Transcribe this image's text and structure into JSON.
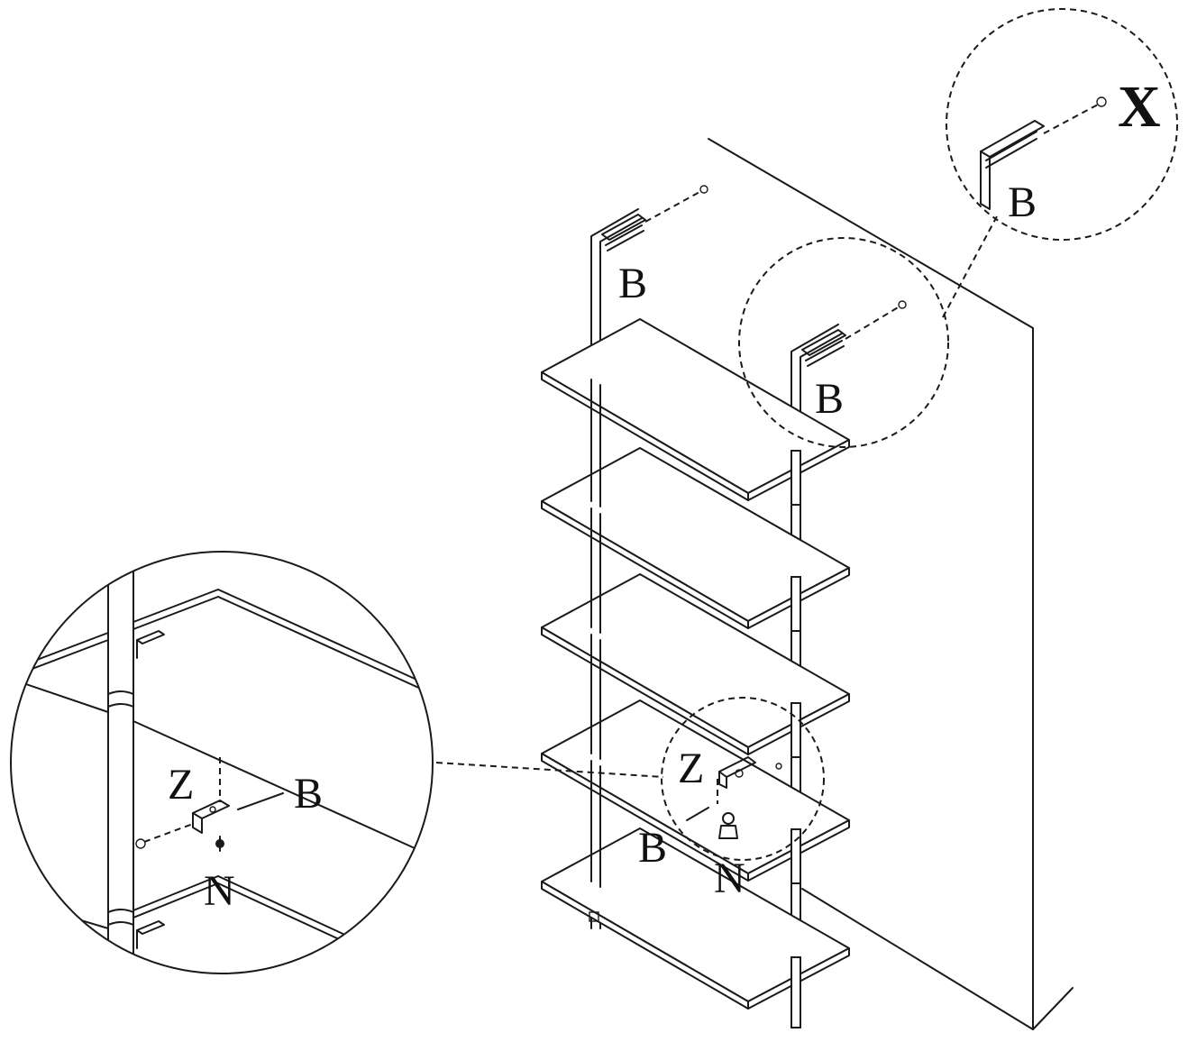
{
  "diagram": {
    "labels": {
      "bracket_left": "B",
      "bracket_right": "B",
      "detail_top_bracket": "B",
      "detail_top_screw": "X",
      "shelf_detail_z": "Z",
      "shelf_detail_b": "B",
      "shelf_detail_n": "N",
      "zoom_z": "Z",
      "zoom_b": "B",
      "zoom_n": "N"
    },
    "colors": {
      "line": "#1a1a1a",
      "background": "#ffffff"
    }
  }
}
